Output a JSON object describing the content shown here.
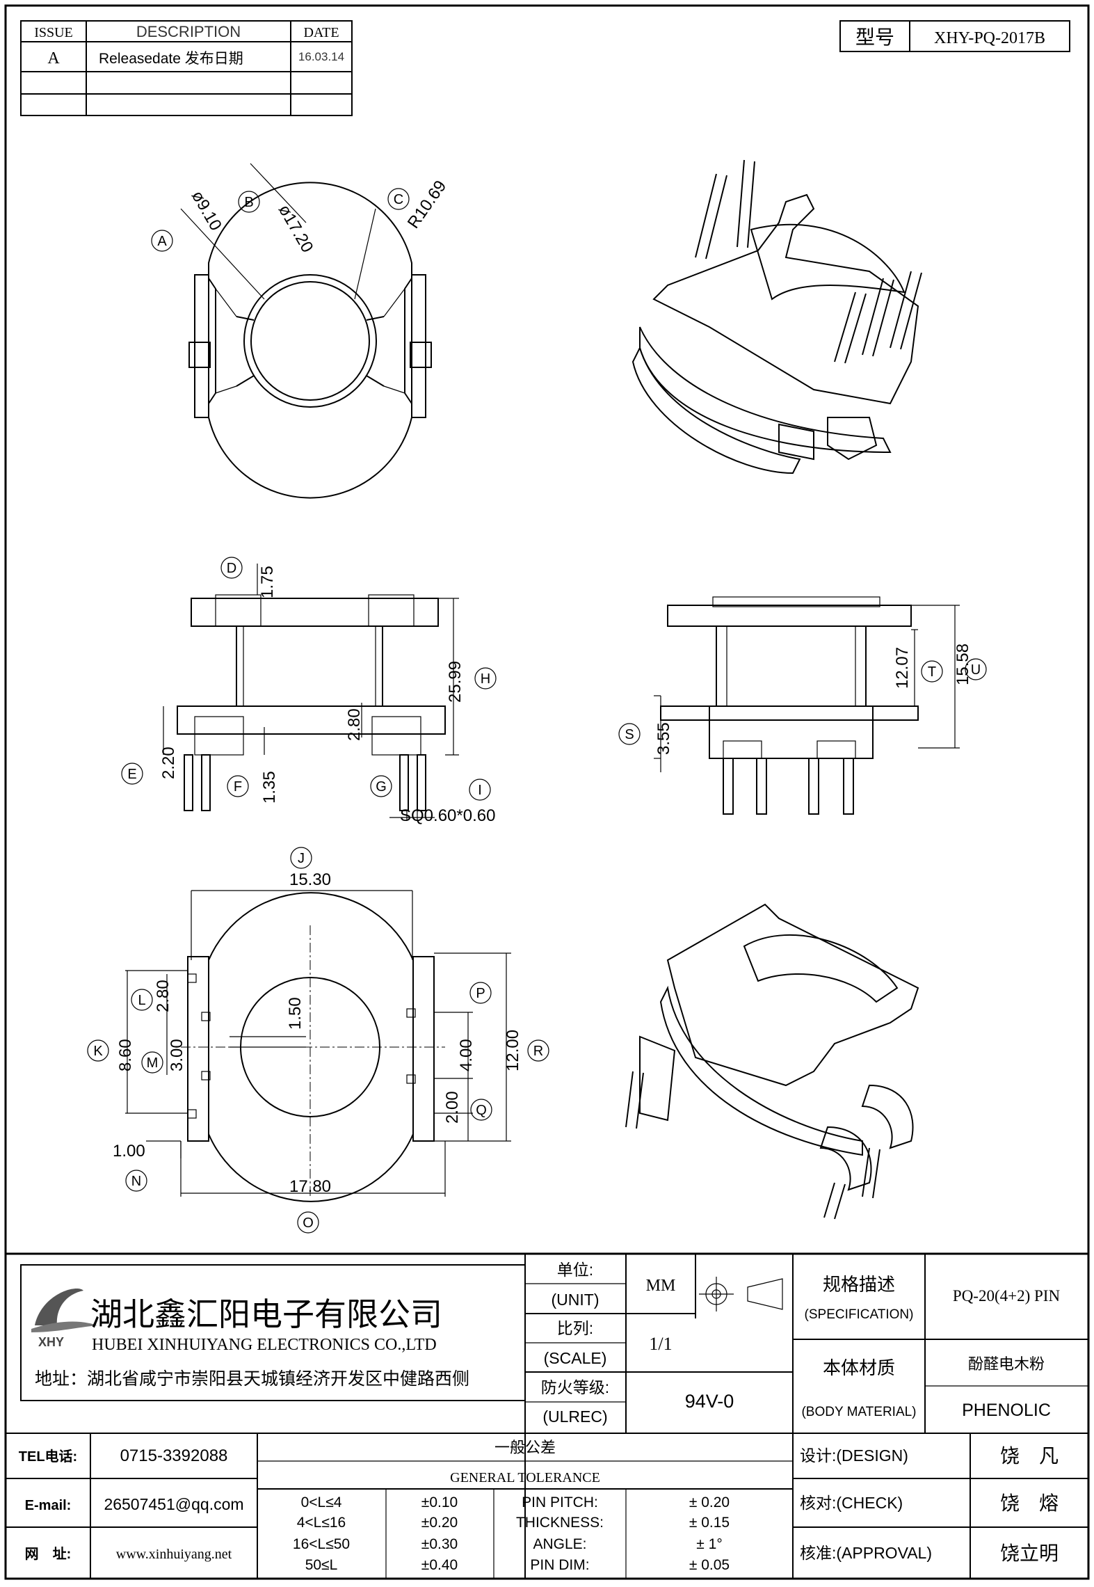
{
  "revision_table": {
    "headers": [
      "ISSUE",
      "DESCRIPTION",
      "DATE"
    ],
    "rows": [
      [
        "A",
        "Releasedate 发布日期",
        "16.03.14"
      ],
      [
        "",
        "",
        ""
      ],
      [
        "",
        "",
        ""
      ]
    ]
  },
  "model": {
    "label": "型号",
    "value": "XHY-PQ-2017B"
  },
  "dimensions": {
    "top_view": {
      "d1": "ø17.20",
      "d2": "ø9.10",
      "r": "R10.69",
      "A": "A",
      "B": "B",
      "C": "C"
    },
    "front_view": {
      "d175": "1.75",
      "d2599": "25.99",
      "d220": "2.20",
      "d135": "1.35",
      "d280": "2.80",
      "sq": "SQ0.60*0.60",
      "D": "D",
      "E": "E",
      "F": "F",
      "G": "G",
      "H": "H",
      "I": "I"
    },
    "side_view": {
      "d1207": "12.07",
      "d1558": "15.58",
      "d355": "3.55",
      "S": "S",
      "T": "T",
      "U": "U"
    },
    "bottom_view": {
      "d1530": "15.30",
      "d150": "1.50",
      "d280": "2.80",
      "d860": "8.60",
      "d300": "3.00",
      "d400": "4.00",
      "d1200": "12.00",
      "d200": "2.00",
      "d100": "1.00",
      "d1780": "17.80",
      "J": "J",
      "K": "K",
      "L": "L",
      "M": "M",
      "N": "N",
      "O": "O",
      "P": "P",
      "Q": "Q",
      "R": "R"
    }
  },
  "company": {
    "name_cn": "湖北鑫汇阳电子有限公司",
    "name_en": "HUBEI XINHUIYANG ELECTRONICS CO.,LTD",
    "address": "地址：湖北省咸宁市崇阳县天城镇经济开发区中健路西侧",
    "logo_text": "XHY"
  },
  "title_block": {
    "unit_label": "单位:",
    "unit_en": "(UNIT)",
    "unit_value": "MM",
    "scale_label": "比列:",
    "scale_en": "(SCALE)",
    "scale_value": "1/1",
    "fire_label": "防火等级:",
    "fire_en": "(ULREC)",
    "fire_value": "94V-0",
    "spec_label": "规格描述",
    "spec_en": "(SPECIFICATION)",
    "spec_value": "PQ-20(4+2) PIN",
    "material_label": "本体材质",
    "material_en": "(BODY MATERIAL)",
    "material_cn": "酚醛电木粉",
    "material_value": "PHENOLIC",
    "tel_label": "TEL电话:",
    "tel_value": "0715-3392088",
    "email_label": "E-mail:",
    "email_value": "26507451@qq.com",
    "web_label": "网　址:",
    "web_value": "www.xinhuiyang.net",
    "tolerance_cn": "一般公差",
    "tolerance_en": "GENERAL TOLERANCE",
    "tolerance_rows": [
      {
        "range": "0<L≤4",
        "tol": "±0.10",
        "item": "PIN PITCH:",
        "val": "± 0.20"
      },
      {
        "range": "4<L≤16",
        "tol": "±0.20",
        "item": "THICKNESS:",
        "val": "± 0.15"
      },
      {
        "range": "16<L≤50",
        "tol": "±0.30",
        "item": "ANGLE:",
        "val": "± 1°"
      },
      {
        "range": "50≤L",
        "tol": "±0.40",
        "item": "PIN DIM:",
        "val": "± 0.05"
      }
    ],
    "design_label": "设计:(DESIGN)",
    "design_value": "饶　凡",
    "check_label": "核对:(CHECK)",
    "check_value": "饶　熔",
    "approval_label": "核准:(APPROVAL)",
    "approval_value": "饶立明"
  }
}
